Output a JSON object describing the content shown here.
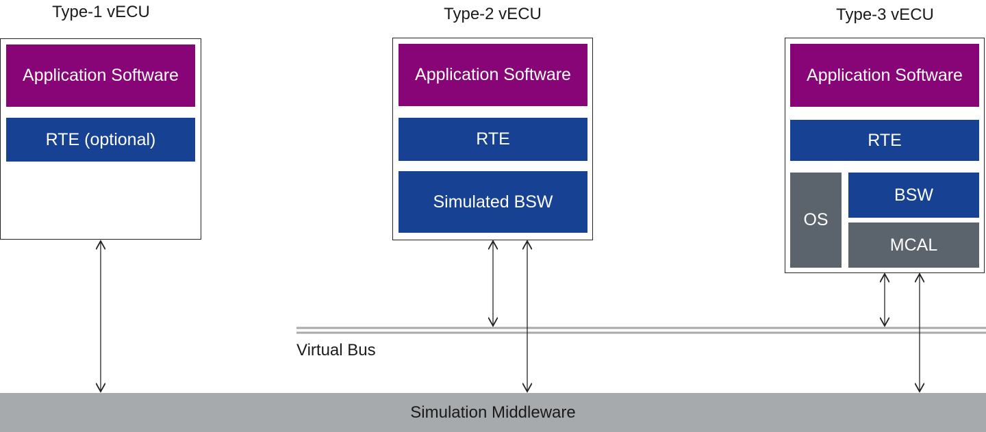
{
  "colors": {
    "application_block": "#870577",
    "rte_bsw_block": "#174192",
    "os_mcal_block": "#5b636c",
    "middleware_bar": "#a7aaad",
    "virtual_bus_line": "#a7aaad"
  },
  "type1": {
    "title": "Type-1 vECU",
    "app": "Application Software",
    "rte": "RTE (optional)"
  },
  "type2": {
    "title": "Type-2 vECU",
    "app": "Application Software",
    "rte": "RTE",
    "bsw": "Simulated BSW"
  },
  "type3": {
    "title": "Type-3 vECU",
    "app": "Application Software",
    "rte": "RTE",
    "os": "OS",
    "bsw": "BSW",
    "mcal": "MCAL"
  },
  "virtual_bus": {
    "label": "Virtual Bus"
  },
  "middleware": {
    "label": "Simulation Middleware"
  }
}
